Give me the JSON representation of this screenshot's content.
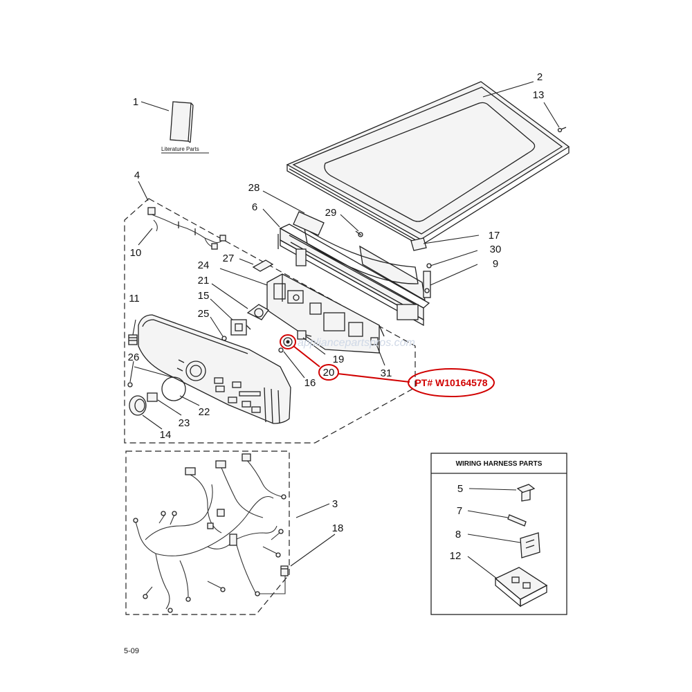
{
  "diagram": {
    "literature_label": "Literature Parts",
    "wiring_box_title": "WIRING HARNESS PARTS",
    "highlight_part_number": "PT# W10164578",
    "highlight_callout": "20",
    "watermark_text": "appliancepartspros.com",
    "footer_code": "5-09",
    "highlight_color": "#d10000",
    "callouts": [
      {
        "id": "c1",
        "text": "1"
      },
      {
        "id": "c2",
        "text": "2"
      },
      {
        "id": "c13",
        "text": "13"
      },
      {
        "id": "c4",
        "text": "4"
      },
      {
        "id": "c28",
        "text": "28"
      },
      {
        "id": "c6",
        "text": "6"
      },
      {
        "id": "c29",
        "text": "29"
      },
      {
        "id": "c17",
        "text": "17"
      },
      {
        "id": "c30",
        "text": "30"
      },
      {
        "id": "c9",
        "text": "9"
      },
      {
        "id": "c10",
        "text": "10"
      },
      {
        "id": "c27",
        "text": "27"
      },
      {
        "id": "c24",
        "text": "24"
      },
      {
        "id": "c21",
        "text": "21"
      },
      {
        "id": "c15",
        "text": "15"
      },
      {
        "id": "c11",
        "text": "11"
      },
      {
        "id": "c25",
        "text": "25"
      },
      {
        "id": "c19",
        "text": "19"
      },
      {
        "id": "c31",
        "text": "31"
      },
      {
        "id": "c26",
        "text": "26"
      },
      {
        "id": "c16",
        "text": "16"
      },
      {
        "id": "c22",
        "text": "22"
      },
      {
        "id": "c23",
        "text": "23"
      },
      {
        "id": "c14",
        "text": "14"
      },
      {
        "id": "c3",
        "text": "3"
      },
      {
        "id": "c18",
        "text": "18"
      },
      {
        "id": "c5",
        "text": "5"
      },
      {
        "id": "c7",
        "text": "7"
      },
      {
        "id": "c8",
        "text": "8"
      },
      {
        "id": "c12",
        "text": "12"
      }
    ]
  }
}
